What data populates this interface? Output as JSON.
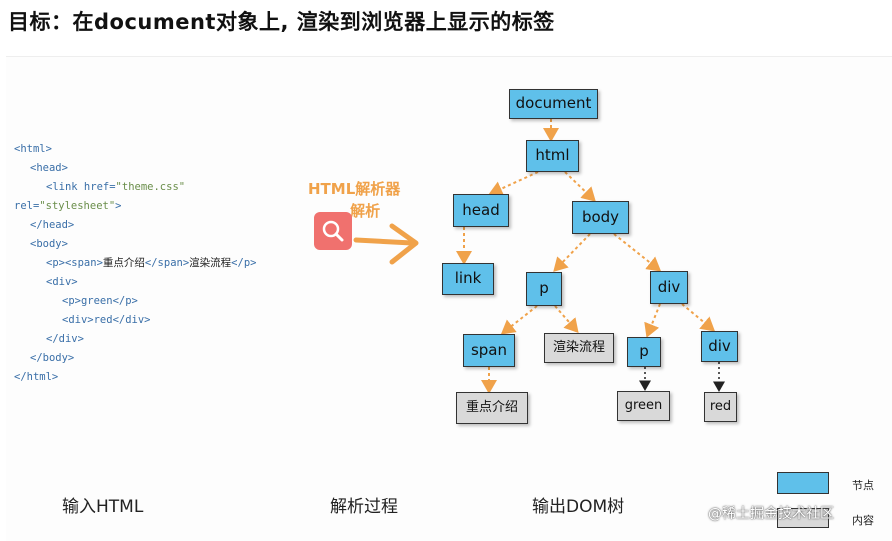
{
  "title": "目标：在document对象上, 渲染到浏览器上显示的标签",
  "code_lines": [
    {
      "indent": 0,
      "parts": [
        [
          "tag",
          "<html>"
        ]
      ]
    },
    {
      "indent": 1,
      "parts": [
        [
          "tag",
          "<head>"
        ]
      ]
    },
    {
      "indent": 2,
      "parts": [
        [
          "tag",
          "<link href="
        ],
        [
          "str",
          "\"theme.css\""
        ]
      ]
    },
    {
      "indent": 0,
      "parts": [
        [
          "tag",
          "rel="
        ],
        [
          "str",
          "\"stylesheet\""
        ],
        [
          "tag",
          ">"
        ]
      ]
    },
    {
      "indent": 1,
      "parts": [
        [
          "tag",
          "</head>"
        ]
      ]
    },
    {
      "indent": 1,
      "parts": [
        [
          "tag",
          "<body>"
        ]
      ]
    },
    {
      "indent": 2,
      "parts": [
        [
          "tag",
          "<p><span>"
        ],
        [
          "txt",
          "重点介绍"
        ],
        [
          "tag",
          "</span>"
        ],
        [
          "txt",
          "渲染流程"
        ],
        [
          "tag",
          "</p>"
        ]
      ]
    },
    {
      "indent": 2,
      "parts": [
        [
          "tag",
          "<div>"
        ]
      ]
    },
    {
      "indent": 3,
      "parts": [
        [
          "tag",
          "<p>green</p>"
        ]
      ]
    },
    {
      "indent": 3,
      "parts": [
        [
          "tag",
          "<div>red</div>"
        ]
      ]
    },
    {
      "indent": 2,
      "parts": [
        [
          "tag",
          "</div>"
        ]
      ]
    },
    {
      "indent": 1,
      "parts": [
        [
          "tag",
          "</body>"
        ]
      ]
    },
    {
      "indent": 0,
      "parts": [
        [
          "tag",
          "</html>"
        ]
      ]
    }
  ],
  "parser_label_line1": "HTML解析器",
  "parser_label_line2": "解析",
  "search_icon": "search-icon",
  "tree_nodes": {
    "document": "document",
    "html": "html",
    "head": "head",
    "body": "body",
    "link": "link",
    "p": "p",
    "div": "div",
    "span": "span",
    "text_xuanran": "渲染流程",
    "p2": "p",
    "div2": "div",
    "text_zhongdian": "重点介绍",
    "green": "green",
    "red": "red"
  },
  "bottom": {
    "input": "输入HTML",
    "process": "解析过程",
    "output": "输出DOM树"
  },
  "legend": {
    "node": "节点",
    "content": "内容"
  },
  "watermark": "@稀土掘金技术社区",
  "colors": {
    "node": "#5fc0ea",
    "text_node": "#d9d9d9",
    "arrow": "#f0a24a",
    "code_tag": "#3a6fa8",
    "code_string": "#6a8e4a"
  }
}
